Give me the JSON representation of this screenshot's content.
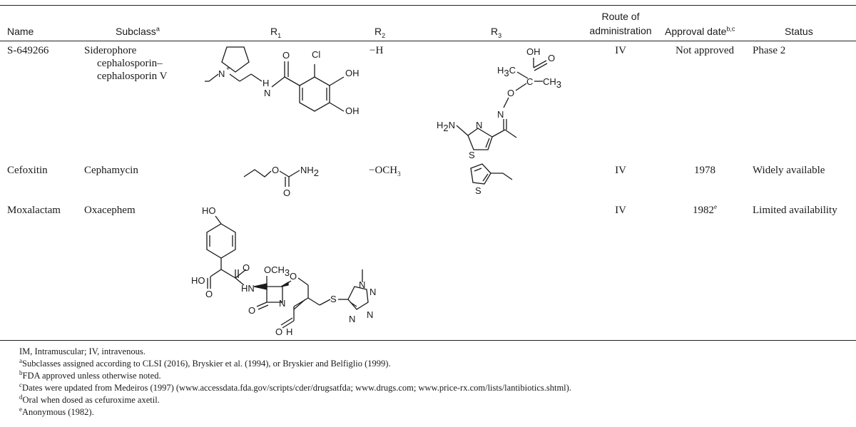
{
  "header": {
    "name": "Name",
    "subclass": "Subclass",
    "subclass_sup": "a",
    "r1": "R",
    "r1_sub": "1",
    "r2": "R",
    "r2_sub": "2",
    "r3": "R",
    "r3_sub": "3",
    "route_line1": "Route of",
    "route_line2": "administration",
    "approval": "Approval date",
    "approval_sup": "b,c",
    "status": "Status"
  },
  "rows": [
    {
      "name": "S-649266",
      "subclass_lines": [
        "Siderophore",
        "cephalosporin–",
        "cephalosporin V"
      ],
      "r2": "−H",
      "route": "IV",
      "approval": "Not approved",
      "approval_sup": "",
      "status": "Phase 2"
    },
    {
      "name": "Cefoxitin",
      "subclass_lines": [
        "Cephamycin"
      ],
      "r2": "−OCH",
      "r2_sub": "3",
      "route": "IV",
      "approval": "1978",
      "approval_sup": "",
      "status": "Widely available"
    },
    {
      "name": "Moxalactam",
      "subclass_lines": [
        "Oxacephem"
      ],
      "r2": "",
      "route": "IV",
      "approval": "1982",
      "approval_sup": "e",
      "status": "Limited availability"
    }
  ],
  "structure_labels": {
    "s649266_r1": {
      "cl": "Cl",
      "o": "O",
      "oh1": "OH",
      "oh2": "OH",
      "h": "H",
      "n": "N",
      "nplus": "N",
      "plus": "+"
    },
    "s649266_r3": {
      "oh": "OH",
      "o_carbonyl": "O",
      "h3c": "H",
      "h3c_sub": "3",
      "h3c_c": "C",
      "c": "C",
      "ch3": "CH",
      "ch3_sub": "3",
      "o": "O",
      "n_imine": "N",
      "n_ring": "N",
      "s": "S",
      "h2n": "H",
      "h2n_sub": "2",
      "h2n_n": "N"
    },
    "cefoxitin_r1": {
      "o_ether": "O",
      "o_carbonyl": "O",
      "nh2": "NH",
      "nh2_sub": "2"
    },
    "cefoxitin_r3": {
      "s": "S"
    },
    "moxalactam": {
      "ho_top": "HO",
      "ho_acid": "HO",
      "o_acid": "O",
      "o_amide": "O",
      "nh": "N",
      "nh_h": "H",
      "och3": "OCH",
      "och3_sub": "3",
      "o_ring": "O",
      "n_ring": "N",
      "o_lactam": "O",
      "s": "S",
      "n_methyl": "N",
      "n_a": "N",
      "n_b": "N",
      "n_c": "N",
      "o_cooh": "O",
      "h_cooh": "H"
    }
  },
  "footnotes": [
    {
      "sup": "",
      "text": "IM, Intramuscular; IV, intravenous."
    },
    {
      "sup": "a",
      "text": "Subclasses assigned according to CLSI (2016), Bryskier et al. (1994), or Bryskier and Belfiglio (1999)."
    },
    {
      "sup": "b",
      "text": "FDA approved unless otherwise noted."
    },
    {
      "sup": "c",
      "text": "Dates were updated from Medeiros (1997) (www.accessdata.fda.gov/scripts/cder/drugsatfda; www.drugs.com; www.price-rx.com/lists/lantibiotics.shtml)."
    },
    {
      "sup": "d",
      "text": "Oral when dosed as cefuroxime axetil."
    },
    {
      "sup": "e",
      "text": "Anonymous (1982)."
    }
  ]
}
